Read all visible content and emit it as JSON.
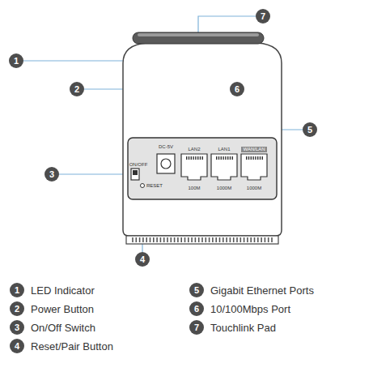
{
  "diagram": {
    "nodes": [
      {
        "text": [
          "7"
        ]
      },
      {
        "text": [
          "1"
        ]
      },
      {
        "text": [
          "2"
        ]
      },
      {
        "text": [
          "6"
        ]
      },
      {
        "text": [
          "5"
        ]
      },
      {
        "text": [
          "3"
        ]
      },
      {
        "text": [
          "4"
        ]
      },
      {
        "text": [
          "1",
          "LED Indicator"
        ]
      },
      {
        "text": [
          "2",
          "Power Button"
        ]
      },
      {
        "text": [
          "3",
          "On/Off Switch"
        ]
      },
      {
        "text": [
          "4",
          "Reset/Pair Button"
        ]
      },
      {
        "text": [
          "5",
          "Gigabit Ethernet Ports"
        ]
      },
      {
        "text": [
          "6",
          "10/100Mbps Port"
        ]
      },
      {
        "text": [
          "7",
          "Touchlink Pad"
        ]
      }
    ],
    "labels": [
      "DC-5V",
      "LAN2",
      "LAN1",
      "WAN/LAN",
      "100M",
      "1000M",
      "1000M",
      "ON/OFF",
      "RESET"
    ]
  }
}
